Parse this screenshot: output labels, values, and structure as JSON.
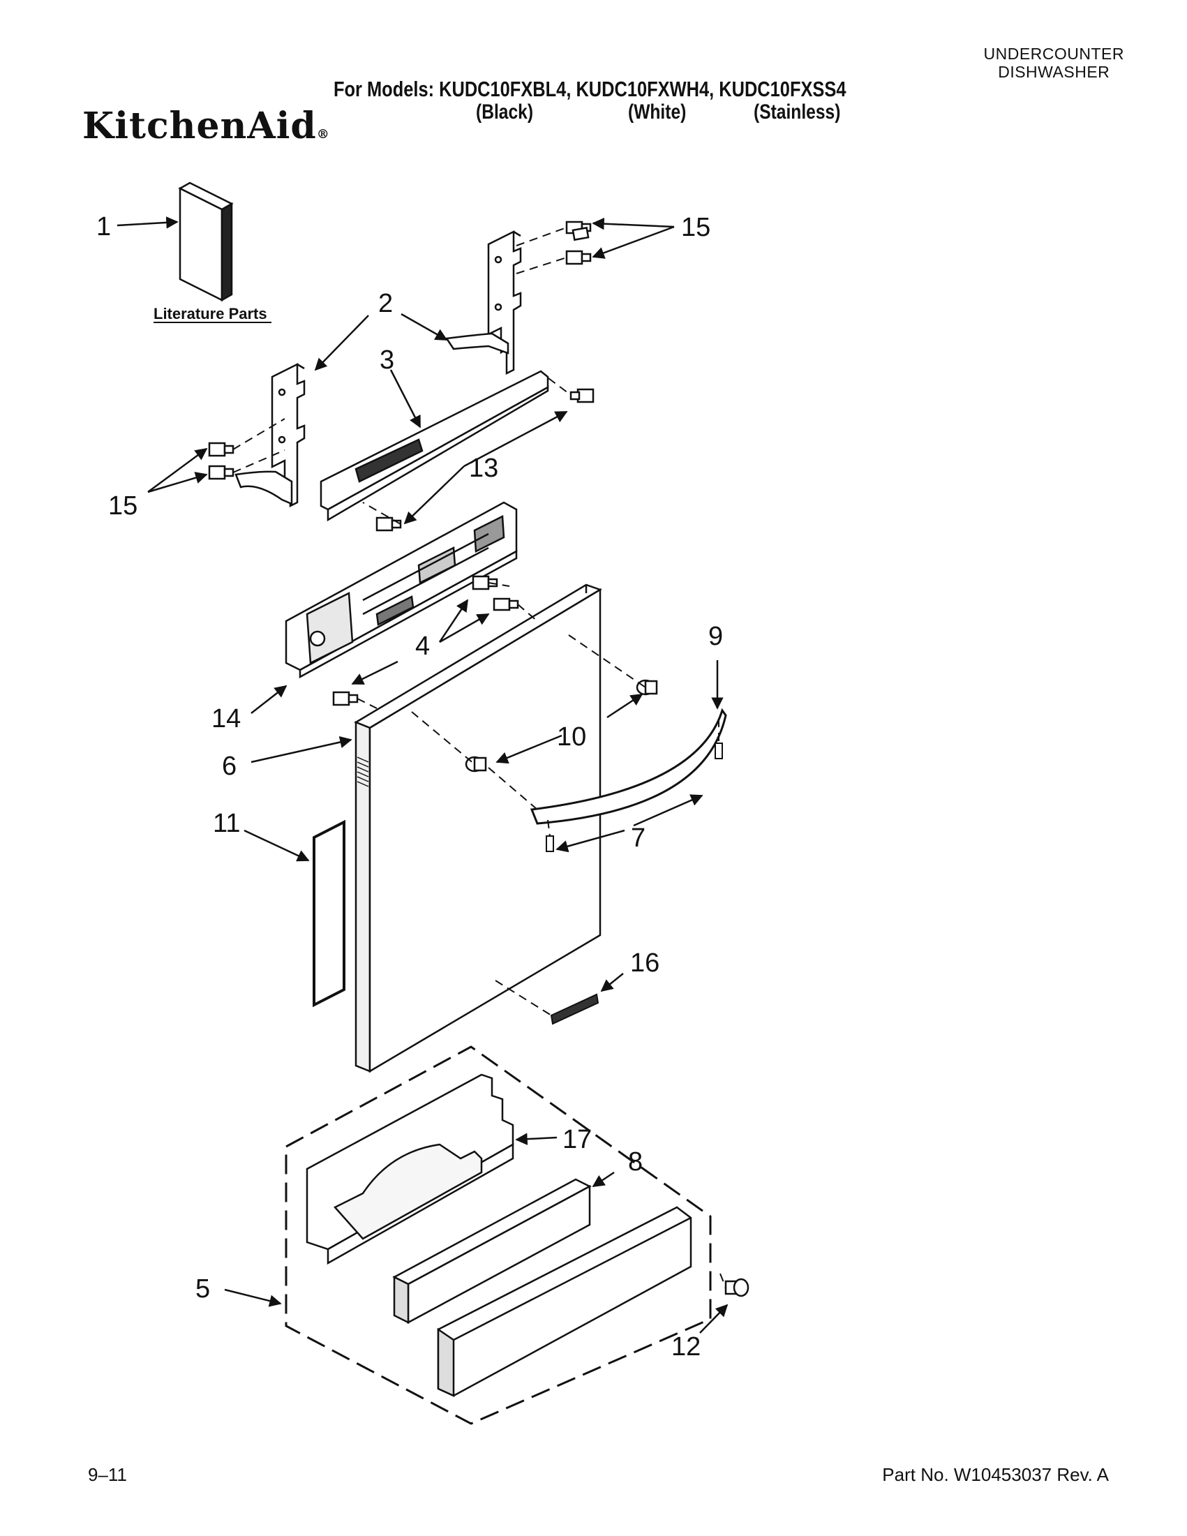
{
  "header": {
    "category_line1": "UNDERCOUNTER",
    "category_line2": "DISHWASHER",
    "models_line": "For Models: KUDC10FXBL4, KUDC10FXWH4, KUDC10FXSS4",
    "colors": [
      "(Black)",
      "(White)",
      "(Stainless)"
    ],
    "brand": "KitchenAid",
    "brand_mark": "®"
  },
  "diagram": {
    "literature_label": "Literature Parts",
    "callouts": [
      "1",
      "2",
      "3",
      "15",
      "15",
      "13",
      "4",
      "14",
      "9",
      "10",
      "6",
      "7",
      "11",
      "16",
      "17",
      "8",
      "5",
      "12"
    ]
  },
  "footer": {
    "date": "9–11",
    "part_number": "Part No. W10453037 Rev. A"
  }
}
